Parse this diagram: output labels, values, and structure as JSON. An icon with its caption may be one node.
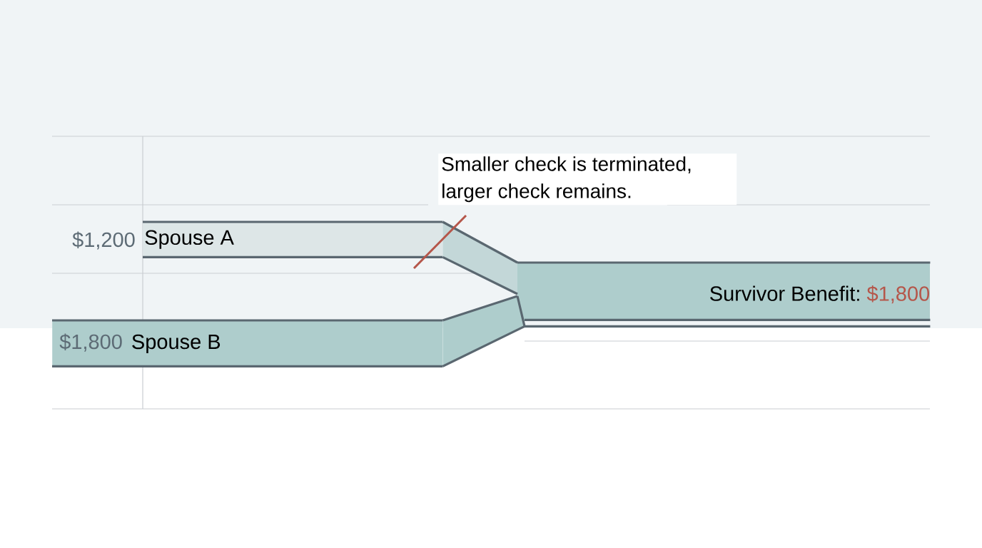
{
  "diagram": {
    "nodes": [
      {
        "text": [
          "Spouse A"
        ],
        "beside": [
          "$1,200"
        ]
      },
      {
        "text": [
          "$1,800",
          "Spouse B"
        ]
      },
      {
        "text": [
          "Survivor Benefit:",
          "$1,800"
        ]
      }
    ],
    "edges": [
      {
        "from": 0,
        "to": 2,
        "arrow": "none"
      },
      {
        "from": 1,
        "to": 2,
        "arrow": "none"
      }
    ],
    "labels": [
      "Smaller check is terminated, larger check remains."
    ]
  }
}
